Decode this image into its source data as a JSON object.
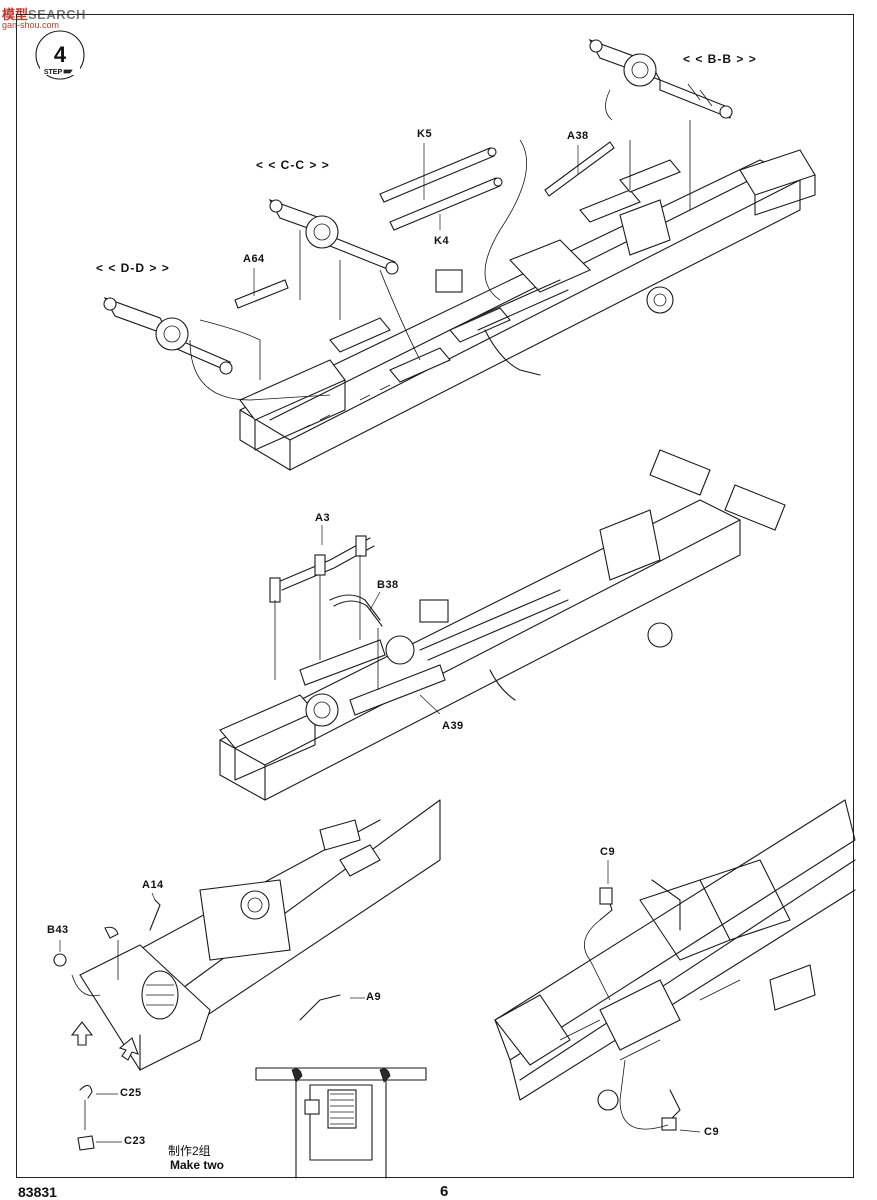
{
  "watermark": {
    "brand": "模型",
    "search": "SEARCH",
    "url": "gan-shou.com"
  },
  "step": {
    "number": "4",
    "label": "STEP"
  },
  "section_labels": {
    "b_b": "< < B-B > >",
    "c_c": "< < C-C > >",
    "d_d": "< < D-D > >"
  },
  "part_labels": {
    "k5": "K5",
    "a38": "A38",
    "k4": "K4",
    "a64": "A64",
    "a3": "A3",
    "b38": "B38",
    "a39": "A39",
    "a14": "A14",
    "b43": "B43",
    "a9": "A9",
    "c9_top": "C9",
    "c9_bottom": "C9",
    "c25": "C25",
    "c23": "C23"
  },
  "caption": {
    "cn": "制作2组",
    "en": "Make two"
  },
  "footer": {
    "kit_number": "83831",
    "page_number": "6"
  }
}
